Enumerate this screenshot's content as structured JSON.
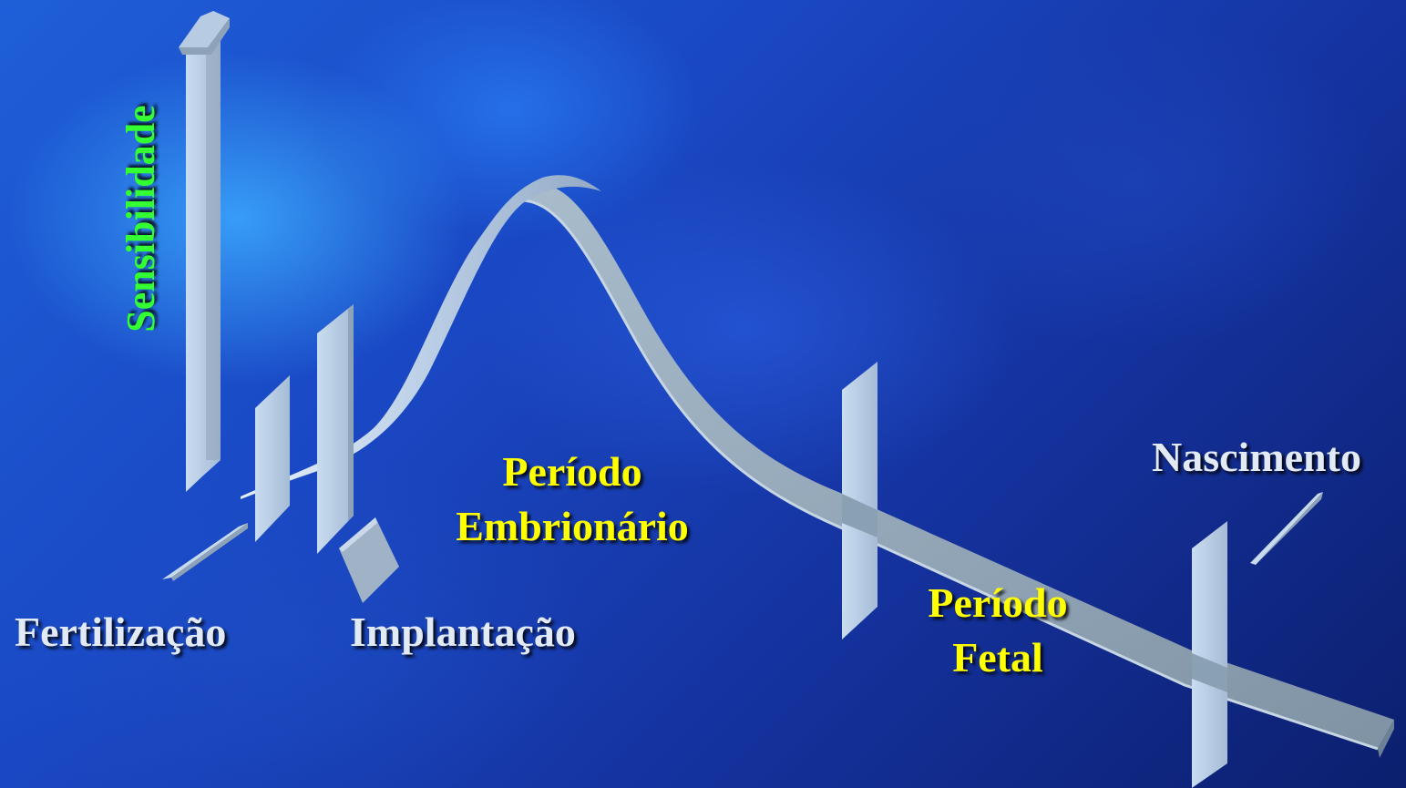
{
  "diagram": {
    "axis_label": "Sensibilidade",
    "events": {
      "fertilization": "Fertilização",
      "implantation": "Implantação",
      "birth": "Nascimento"
    },
    "periods": {
      "embryonic": [
        "Período",
        "Embrionário"
      ],
      "fetal": [
        "Período",
        "Fetal"
      ]
    }
  },
  "colors": {
    "background_light": "#3ca8ff",
    "background_dark": "#0c1f6e",
    "ribbon_top": "#8fa3b4",
    "ribbon_front": "#c6d8ee",
    "panel": "#bcd2ea",
    "event_label": "#e2eaf6",
    "period_label": "#ffff00",
    "axis_label": "#33ff33"
  }
}
